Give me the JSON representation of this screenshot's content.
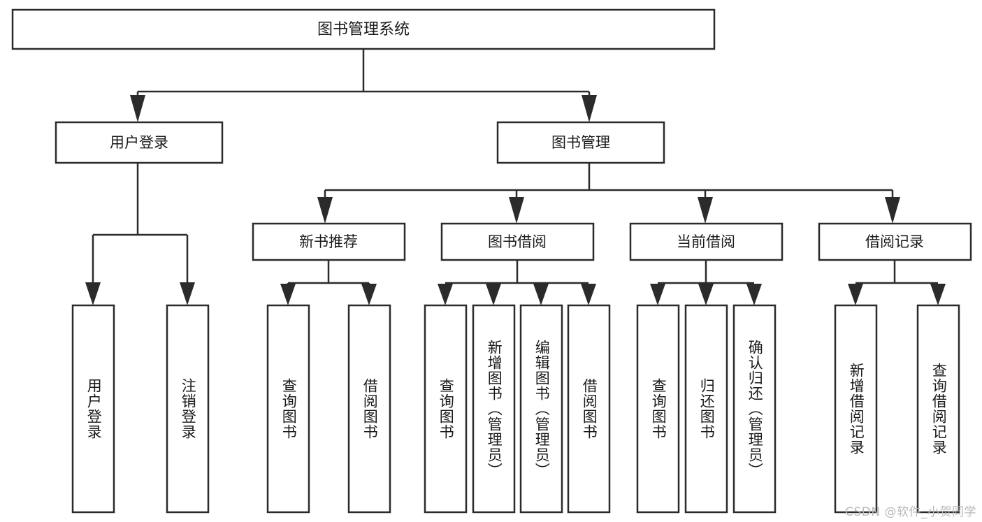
{
  "diagram": {
    "title": "图书管理系统",
    "type": "tree",
    "orientation": "top-down",
    "colors": {
      "box_stroke": "#2b2b2b",
      "box_fill": "#ffffff",
      "connector": "#2b2b2b",
      "text": "#1a1a1a",
      "watermark": "#b9b9b9",
      "background": "#ffffff"
    },
    "root": {
      "label": "图书管理系统",
      "name": "root-node"
    },
    "level2": [
      {
        "label": "用户登录",
        "name": "node-user-login"
      },
      {
        "label": "图书管理",
        "name": "node-book-management"
      }
    ],
    "level3": [
      {
        "label": "新书推荐",
        "name": "node-new-book-recommend"
      },
      {
        "label": "图书借阅",
        "name": "node-book-borrow"
      },
      {
        "label": "当前借阅",
        "name": "node-current-borrow"
      },
      {
        "label": "借阅记录",
        "name": "node-borrow-record"
      }
    ],
    "leaves": {
      "user_login": [
        {
          "label": "用户登录",
          "name": "leaf-user-login"
        },
        {
          "label": "注销登录",
          "name": "leaf-logout"
        }
      ],
      "new_book_recommend": [
        {
          "label": "查询图书",
          "name": "leaf-query-book-1"
        },
        {
          "label": "借阅图书",
          "name": "leaf-borrow-book-1"
        }
      ],
      "book_borrow": [
        {
          "label": "查询图书",
          "name": "leaf-query-book-2"
        },
        {
          "label": "新增图书（管理员）",
          "name": "leaf-add-book-admin"
        },
        {
          "label": "编辑图书（管理员）",
          "name": "leaf-edit-book-admin"
        },
        {
          "label": "借阅图书",
          "name": "leaf-borrow-book-2"
        }
      ],
      "current_borrow": [
        {
          "label": "查询图书",
          "name": "leaf-query-book-3"
        },
        {
          "label": "归还图书",
          "name": "leaf-return-book"
        },
        {
          "label": "确认归还（管理员）",
          "name": "leaf-confirm-return-admin"
        }
      ],
      "borrow_record": [
        {
          "label": "新增借阅记录",
          "name": "leaf-add-borrow-record"
        },
        {
          "label": "查询借阅记录",
          "name": "leaf-query-borrow-record"
        }
      ]
    }
  },
  "watermark": {
    "text": "CSDN @软件_小贺同学"
  }
}
